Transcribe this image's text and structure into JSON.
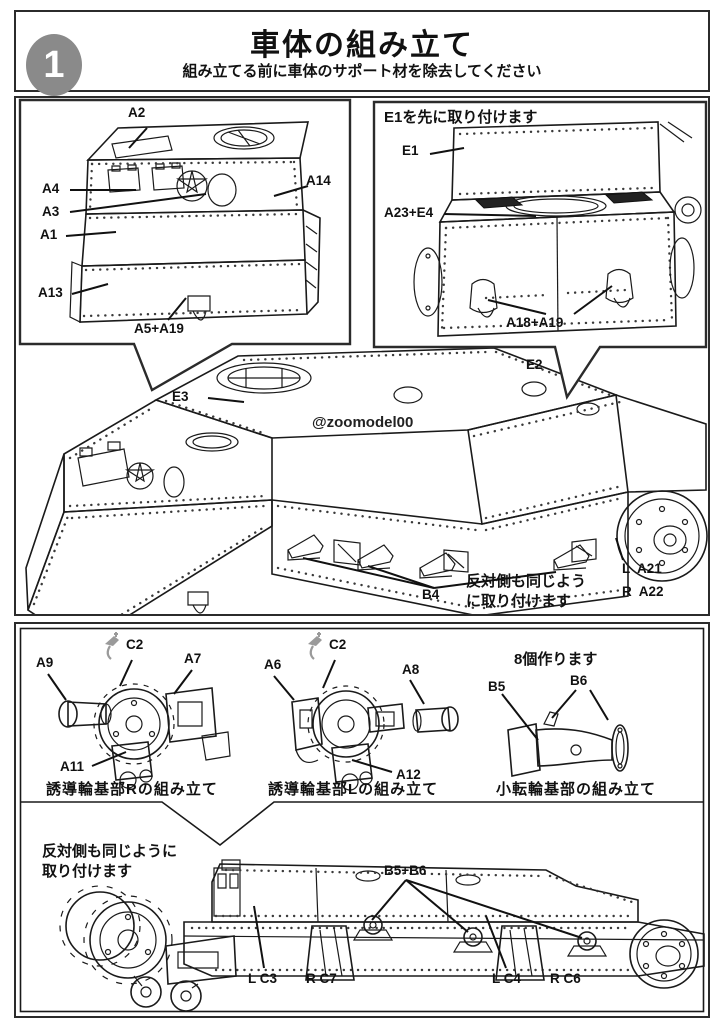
{
  "header": {
    "step_number": "1",
    "title": "車体の組み立て",
    "subtitle": "組み立てる前に車体のサポート材を除去してください"
  },
  "section_hull": {
    "inset_front": {
      "a2": "A2",
      "a4": "A4",
      "a3": "A3",
      "a1": "A1",
      "a13": "A13",
      "a14": "A14",
      "a5_a19": "A5+A19"
    },
    "inset_rear": {
      "note": "E1を先に取り付けます",
      "e1": "E1",
      "a23_e4": "A23+E4",
      "a18_a19": "A18+A19"
    },
    "main_view": {
      "e3": "E3",
      "e2": "E2",
      "watermark": "@zoomodel00",
      "b4": "B4",
      "mirror_note": "反対側も同じよう\nに取り付けます",
      "left_wheel": "L  A21",
      "right_wheel": "R  A22"
    }
  },
  "section_suspension": {
    "idler_right": {
      "a9": "A9",
      "c2": "C2",
      "a7": "A7",
      "a11": "A11",
      "caption": "誘導輪基部Rの組み立て"
    },
    "idler_left": {
      "a6": "A6",
      "c2": "C2",
      "a8": "A8",
      "a12": "A12",
      "caption": "誘導輪基部Lの組み立て"
    },
    "roller": {
      "quantity_note": "8個作ります",
      "b5": "B5",
      "b6": "B6",
      "caption": "小転輪基部の組み立て"
    },
    "lower_view": {
      "mirror_note": "反対側も同じように\n取り付けます",
      "b5_b6": "B5+B6",
      "l_c3": "L C3",
      "r_c7": "R C7",
      "l_c4": "L C4",
      "r_c6": "R C6"
    }
  }
}
